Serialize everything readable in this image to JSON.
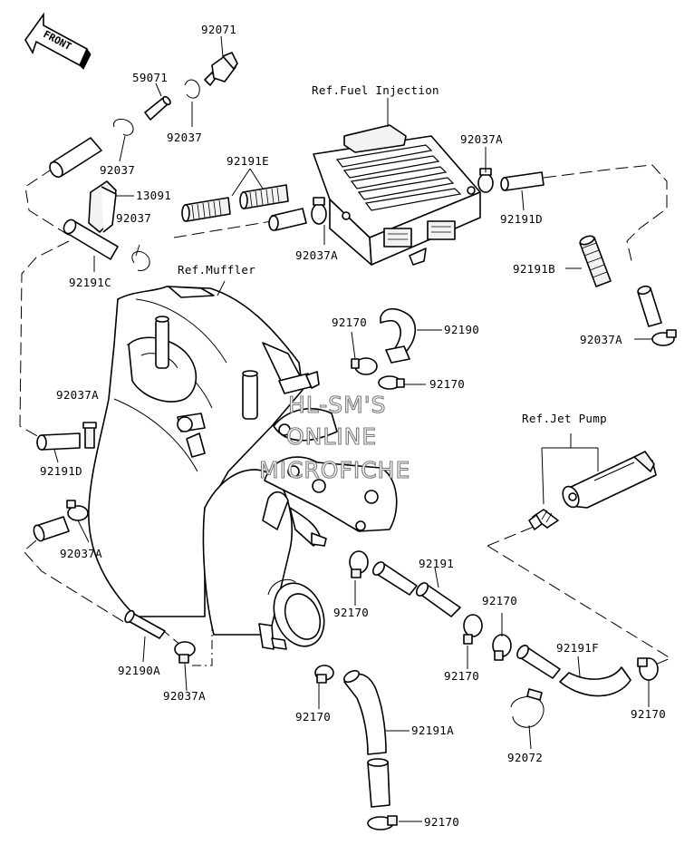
{
  "diagram": {
    "front_label": "FRONT",
    "refs": {
      "fuel_injection": "Ref.Fuel Injection",
      "muffler": "Ref.Muffler",
      "jet_pump": "Ref.Jet Pump"
    },
    "parts": [
      "92071",
      "59071",
      "92037",
      "92037",
      "92191E",
      "13091",
      "92037",
      "92191C",
      "92037A",
      "92191D",
      "92037A",
      "92191B",
      "92037A",
      "92170",
      "92190",
      "92170",
      "92037A",
      "92191D",
      "92037A",
      "92190A",
      "92037A",
      "92191",
      "92170",
      "92170",
      "92170",
      "92191F",
      "92170",
      "92170",
      "92072",
      "92170",
      "92191A",
      "92170"
    ],
    "watermark": [
      "HL-SM'S",
      "ONLINE",
      "MICROFICHE"
    ]
  }
}
